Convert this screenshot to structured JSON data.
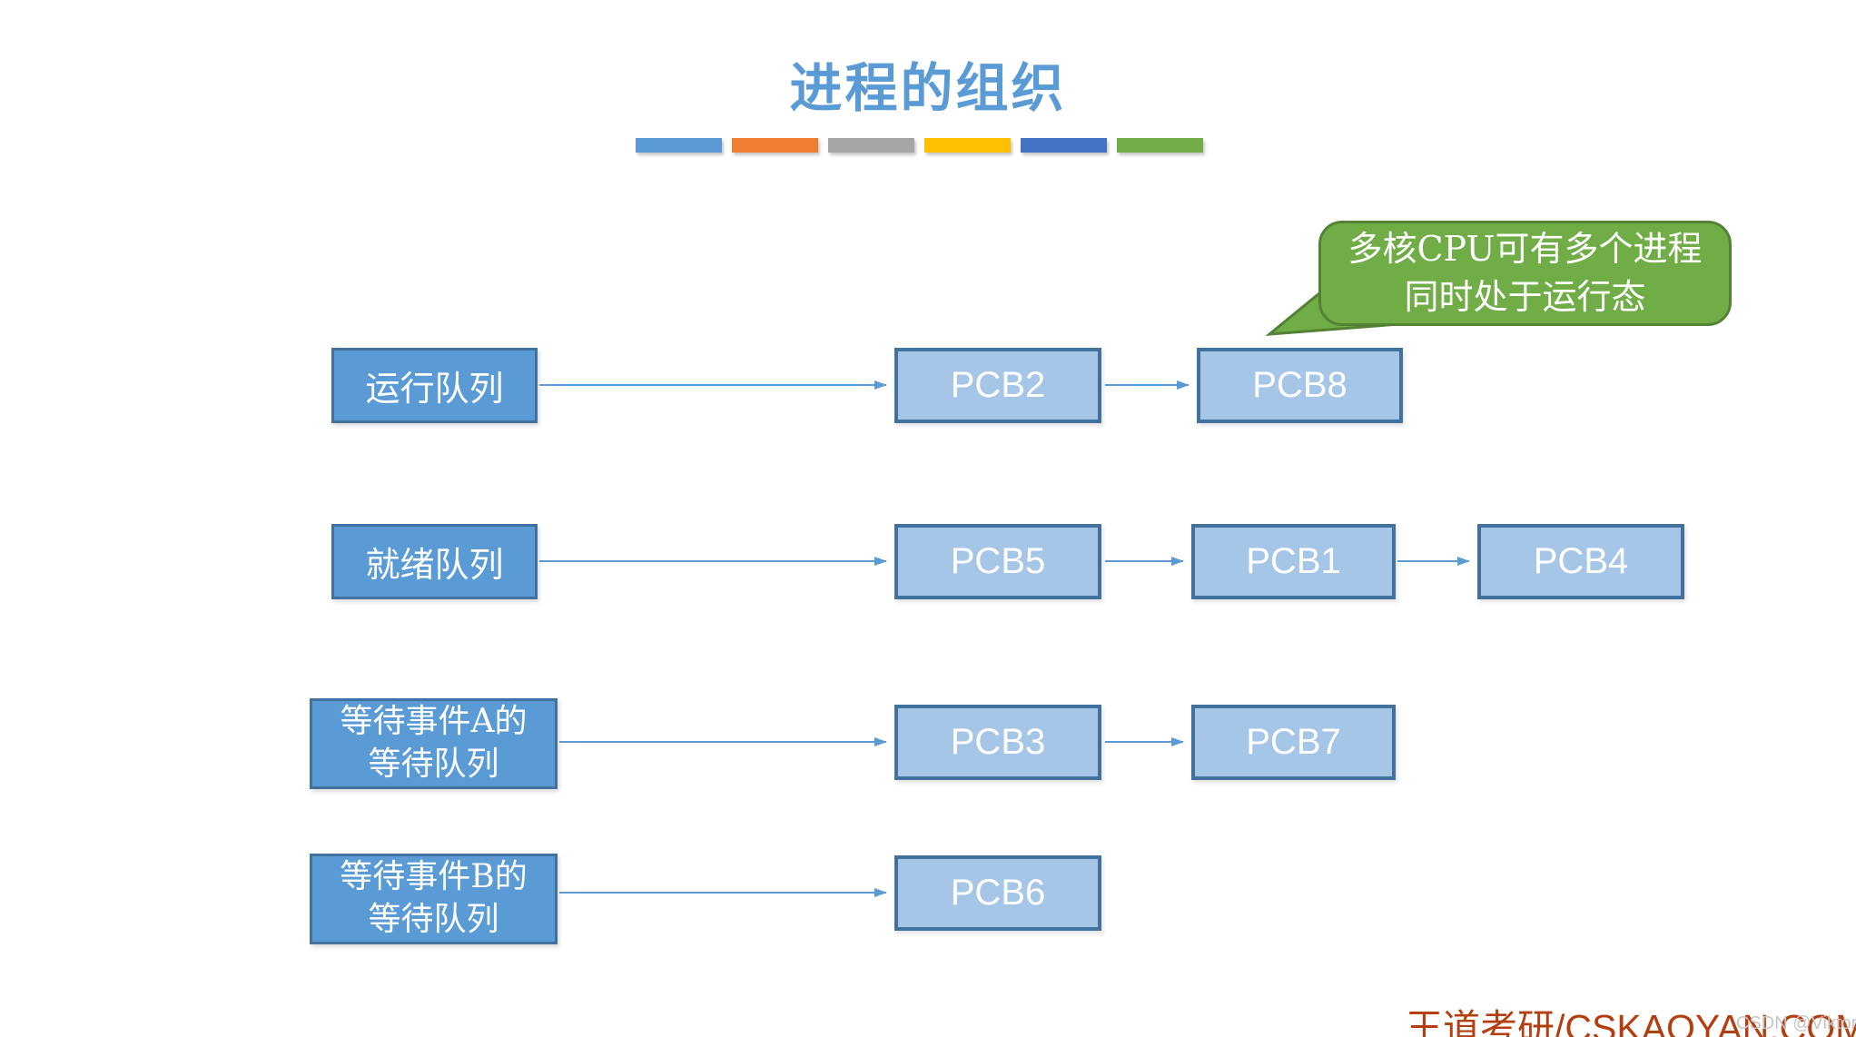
{
  "title": "进程的组织",
  "accent_bars": {
    "colors": [
      "#5B9BD5",
      "#ED7D31",
      "#A5A5A5",
      "#FFC000",
      "#4472C4",
      "#70AD47"
    ]
  },
  "callout": {
    "lines": [
      "多核CPU可有多个进程",
      "同时处于运行态"
    ],
    "fill": "#70AD47",
    "border": "#548235",
    "text_color": "#FFFFFF"
  },
  "rows": [
    {
      "name": "running-queue",
      "queue_label_lines": [
        "运行队列"
      ],
      "pcbs": [
        "PCB2",
        "PCB8"
      ]
    },
    {
      "name": "ready-queue",
      "queue_label_lines": [
        "就绪队列"
      ],
      "pcbs": [
        "PCB5",
        "PCB1",
        "PCB4"
      ]
    },
    {
      "name": "waiting-queue-a",
      "queue_label_lines": [
        "等待事件A的",
        "等待队列"
      ],
      "pcbs": [
        "PCB3",
        "PCB7"
      ]
    },
    {
      "name": "waiting-queue-b",
      "queue_label_lines": [
        "等待事件B的",
        "等待队列"
      ],
      "pcbs": [
        "PCB6"
      ]
    }
  ],
  "colors": {
    "title": "#5B9BD5",
    "queue_fill": "#5B9BD5",
    "queue_border": "#41719C",
    "pcb_fill": "#A6C6E8",
    "pcb_border": "#41719C",
    "arrow": "#5B9BD5"
  },
  "footer": {
    "brand": "王道考研/CSKAOYAN.COM",
    "brand_color": "#B33E0F",
    "watermark": "CSDN @Viktoriae"
  }
}
